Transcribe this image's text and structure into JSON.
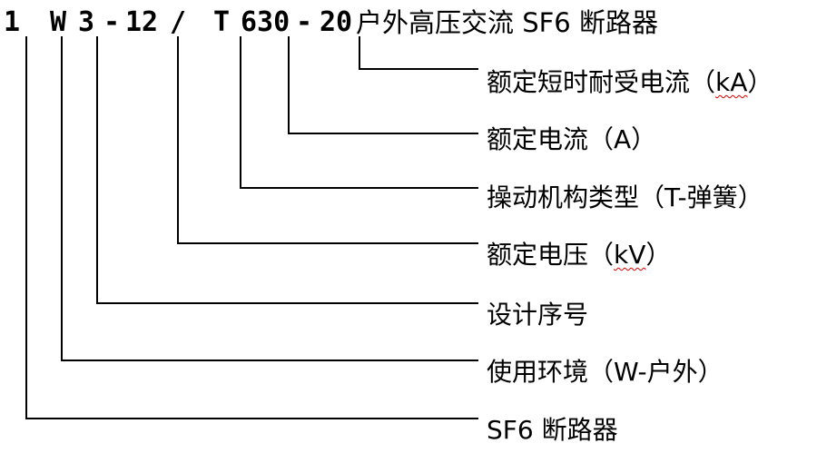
{
  "code": {
    "c1": "1",
    "c2": "W",
    "c3": "3",
    "c4": "-",
    "c5": "12",
    "c6": "/",
    "c7": "T",
    "c8": "630",
    "c9": "-",
    "c10": "20"
  },
  "title": "户外高压交流 SF6 断路器",
  "labels": {
    "rated_short_time_current": {
      "text": "额定短时耐受电流（",
      "unit": "kA",
      "close": "）"
    },
    "rated_current": "额定电流（A）",
    "mechanism_type": "操动机构类型（T-弹簧）",
    "rated_voltage": {
      "text": "额定电压（",
      "unit": "kV",
      "close": "）"
    },
    "design_number": "设计序号",
    "environment": "使用环境（W-户外）",
    "breaker_type": "SF6 断路器"
  },
  "colors": {
    "text": "#000000",
    "lines": "#000000",
    "spellcheck": "#e00000"
  }
}
